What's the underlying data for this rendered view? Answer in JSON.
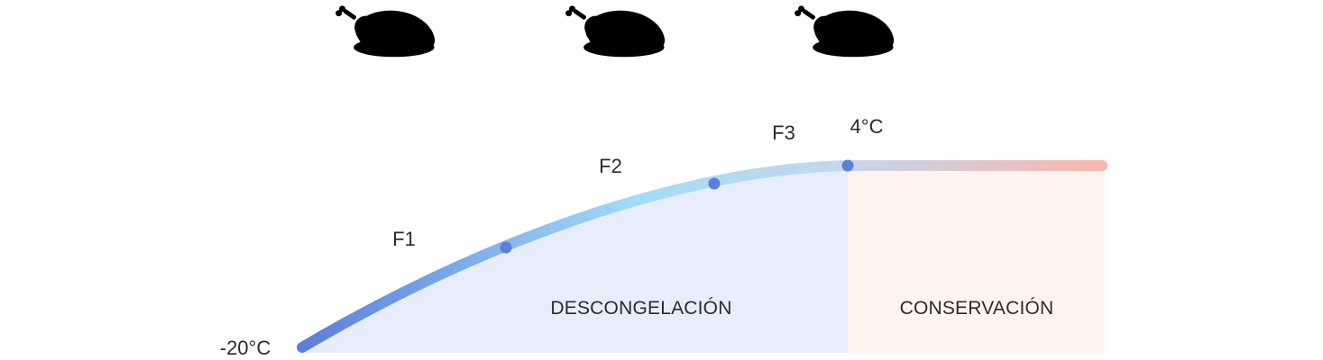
{
  "icons": [
    {
      "name": "frozen-chicken-icon",
      "color": "#5a80dc"
    },
    {
      "name": "thawing-chicken-icon",
      "color": "#8ec3dd"
    },
    {
      "name": "fresh-chicken-icon",
      "color": "#f3a9a4"
    }
  ],
  "phases": [
    "F1",
    "F2",
    "F3"
  ],
  "temperatures": {
    "start": "-20°C",
    "end": "4°C"
  },
  "zones": {
    "thawing": "DESCONGELACIÓN",
    "storage": "CONSERVACIÓN"
  },
  "colors": {
    "curve_start": "#5b7fdc",
    "curve_mid": "#a3dcf8",
    "curve_end": "#f8b6ae",
    "marker": "#5a80dc",
    "thaw_fill": "#e7edfa",
    "storage_fill": "#fff3f0"
  }
}
